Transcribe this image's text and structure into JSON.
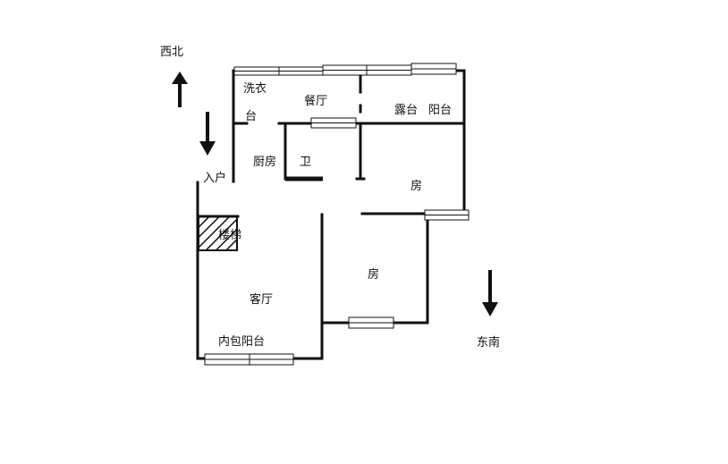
{
  "colors": {
    "wall": "#111111",
    "background": "#ffffff",
    "stair_hatch": "#111111"
  },
  "compass": {
    "north_west": "西北",
    "south_east": "东南"
  },
  "labels": {
    "entrance": "入户",
    "laundry_1": "洗衣",
    "laundry_2": "台",
    "dining": "餐厅",
    "terrace": "露台",
    "balcony": "阳台",
    "kitchen": "厨房",
    "bathroom": "卫",
    "bedroom_1": "房",
    "stairs": "楼梯",
    "bedroom_2": "房",
    "living_room": "客厅",
    "inner_balcony": "内包阳台"
  }
}
